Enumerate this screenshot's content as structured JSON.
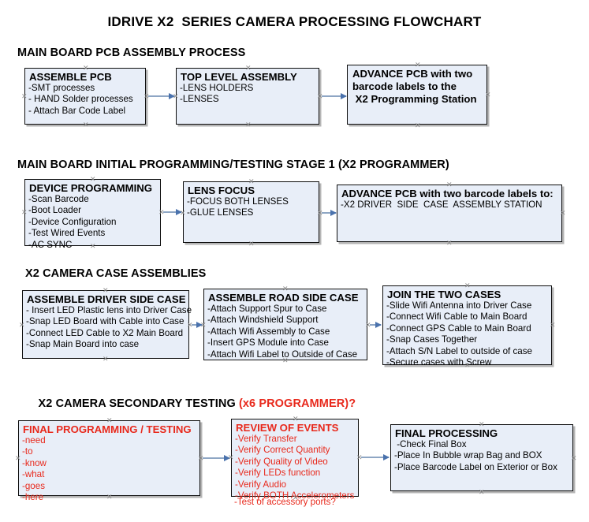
{
  "document": {
    "title": "IDRIVE X2  SERIES CAMERA PROCESSING FLOWCHART"
  },
  "colors": {
    "box_fill": "#e8eef8",
    "box_border": "#0d0d0d",
    "connector": "#8ea6c4",
    "arrowhead": "#4a72ad",
    "text": "#000000",
    "accent_red": "#e8291c"
  },
  "sections": [
    {
      "id": "main-board-pcb-assembly",
      "heading": "MAIN BOARD PCB ASSEMBLY PROCESS",
      "heading_accent": "",
      "nodes": [
        {
          "id": "assemble-pcb",
          "head": "ASSEMBLE PCB",
          "lines": [
            "-SMT processes",
            "- HAND Solder processes",
            "- Attach Bar Code Label"
          ]
        },
        {
          "id": "top-level-assembly",
          "head": "TOP LEVEL ASSEMBLY",
          "lines": [
            "-LENS HOLDERS",
            "-LENSES"
          ]
        },
        {
          "id": "advance-pcb-programming-station",
          "head": "",
          "head_lines": [
            "ADVANCE PCB with two",
            "barcode labels to the",
            " X2 Programming Station"
          ],
          "lines": []
        }
      ]
    },
    {
      "id": "main-board-initial-programming",
      "heading": "MAIN BOARD INITIAL PROGRAMMING/TESTING STAGE 1 (X2 PROGRAMMER)",
      "heading_accent": "",
      "nodes": [
        {
          "id": "device-programming",
          "head": "DEVICE PROGRAMMING",
          "lines": [
            "-Scan Barcode",
            "-Boot Loader",
            "-Device Configuration",
            "-Test Wired Events",
            "-AC SYNC"
          ]
        },
        {
          "id": "lens-focus",
          "head": "LENS FOCUS",
          "lines": [
            "-FOCUS BOTH LENSES",
            "-GLUE LENSES"
          ]
        },
        {
          "id": "advance-pcb-driver-side-station",
          "head": "ADVANCE PCB with two barcode labels to:",
          "lines": [
            "-X2 DRIVER  SIDE  CASE  ASSEMBLY STATION"
          ]
        }
      ]
    },
    {
      "id": "x2-camera-case-assemblies",
      "heading": "X2 CAMERA CASE ASSEMBLIES",
      "heading_accent": "",
      "nodes": [
        {
          "id": "assemble-driver-side-case",
          "head": "ASSEMBLE DRIVER SIDE CASE",
          "lines": [
            "- Insert LED Plastic lens into Driver Case",
            "-Snap LED Board with Cable into Case",
            "-Connect LED Cable to X2 Main Board",
            "-Snap Main Board into case"
          ]
        },
        {
          "id": "assemble-road-side-case",
          "head": "ASSEMBLE ROAD SIDE CASE",
          "lines": [
            "-Attach Support Spur to Case",
            "-Attach Windshield Support",
            "-Attach Wifi Assembly to Case",
            "-Insert GPS Module into Case",
            "-Attach Wifi Label to Outside of Case"
          ]
        },
        {
          "id": "join-the-two-cases",
          "head": "JOIN THE TWO CASES",
          "lines": [
            "-Slide Wifi Antenna into Driver Case",
            "-Connect Wifi Cable to Main Board",
            "-Connect GPS Cable to Main Board",
            "-Snap Cases Together",
            "-Attach S/N Label to outside of case",
            "-Secure cases with Screw"
          ]
        }
      ]
    },
    {
      "id": "x2-camera-secondary-testing",
      "heading": "X2 CAMERA SECONDARY TESTING ",
      "heading_accent": "(x6 PROGRAMMER)?",
      "nodes": [
        {
          "id": "final-programming-testing",
          "head": "FINAL PROGRAMMING / TESTING",
          "lines": [
            "-need",
            "-to",
            "-know",
            "-what",
            "-goes",
            "-here"
          ]
        },
        {
          "id": "review-of-events",
          "head": "REVIEW OF EVENTS",
          "lines": [
            "-Verify Transfer",
            "-Verify Correct Quantity",
            "-Verify Quality of Video",
            "-Verify LEDs function",
            "-Verify Audio",
            "-Verify BOTH Accelerometers"
          ],
          "overflow_line": "-Test of accessory ports?"
        },
        {
          "id": "final-processing",
          "head": "FINAL PROCESSING",
          "lines": [
            " -Check Final Box",
            "-Place In Bubble wrap Bag and BOX",
            "-Place Barcode Label on Exterior or Box"
          ]
        }
      ]
    }
  ]
}
